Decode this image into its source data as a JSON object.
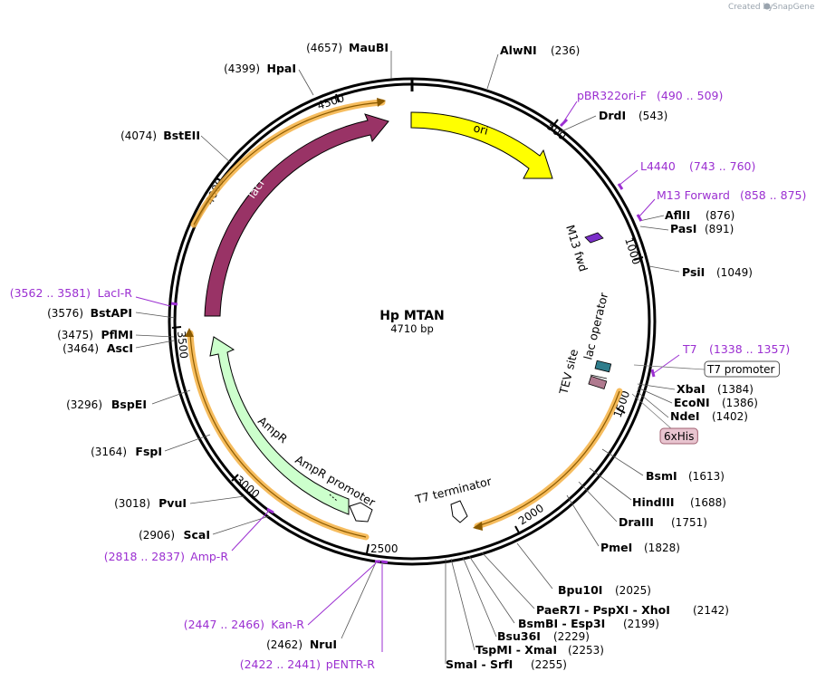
{
  "credit": {
    "prefix": "Created by",
    "brand": "SnapGene"
  },
  "plasmid": {
    "name": "Hp MTAN",
    "length_label": "4710 bp",
    "length": 4710
  },
  "ticks": [
    "500",
    "1000",
    "1500",
    "2000",
    "2500",
    "3000",
    "3500",
    "4000",
    "4500"
  ],
  "sites": [
    {
      "id": "alwni",
      "name": "AlwNI",
      "pos": "(236)"
    },
    {
      "id": "drdi",
      "name": "DrdI",
      "pos": "(543)"
    },
    {
      "id": "aflii",
      "name": "AflII",
      "pos": "(876)"
    },
    {
      "id": "pasi",
      "name": "PasI",
      "pos": "(891)"
    },
    {
      "id": "psii",
      "name": "PsiI",
      "pos": "(1049)"
    },
    {
      "id": "xbai",
      "name": "XbaI",
      "pos": "(1384)"
    },
    {
      "id": "econi",
      "name": "EcoNI",
      "pos": "(1386)"
    },
    {
      "id": "ndei",
      "name": "NdeI",
      "pos": "(1402)"
    },
    {
      "id": "bsmi",
      "name": "BsmI",
      "pos": "(1613)"
    },
    {
      "id": "hindiii",
      "name": "HindIII",
      "pos": "(1688)"
    },
    {
      "id": "draiii",
      "name": "DraIII",
      "pos": "(1751)"
    },
    {
      "id": "pmei",
      "name": "PmeI",
      "pos": "(1828)"
    },
    {
      "id": "bpu10i",
      "name": "Bpu10I",
      "pos": "(2025)"
    },
    {
      "id": "paer7i",
      "name": "PaeR7I  - PspXI  - XhoI",
      "pos": "(2142)"
    },
    {
      "id": "bsmbi",
      "name": "BsmBI  - Esp3I",
      "pos": "(2199)"
    },
    {
      "id": "bsu36i",
      "name": "Bsu36I",
      "pos": "(2229)"
    },
    {
      "id": "tspmi",
      "name": "TspMI  - XmaI",
      "pos": "(2253)"
    },
    {
      "id": "smai",
      "name": "SmaI  - SrfI",
      "pos": "(2255)"
    },
    {
      "id": "nrui",
      "name": "NruI",
      "pos": "(2462)"
    },
    {
      "id": "scai",
      "name": "ScaI",
      "pos": "(2906)"
    },
    {
      "id": "pvui",
      "name": "PvuI",
      "pos": "(3018)"
    },
    {
      "id": "fspi",
      "name": "FspI",
      "pos": "(3164)"
    },
    {
      "id": "bspei",
      "name": "BspEI",
      "pos": "(3296)"
    },
    {
      "id": "asci",
      "name": "AscI",
      "pos": "(3464)"
    },
    {
      "id": "pflmi",
      "name": "PflMI",
      "pos": "(3475)"
    },
    {
      "id": "bstapi",
      "name": "BstAPI",
      "pos": "(3576)"
    },
    {
      "id": "bsteii",
      "name": "BstEII",
      "pos": "(4074)"
    },
    {
      "id": "hpai",
      "name": "HpaI",
      "pos": "(4399)"
    },
    {
      "id": "maubi",
      "name": "MauBI",
      "pos": "(4657)"
    }
  ],
  "primers": [
    {
      "id": "pbr322ori",
      "name": "pBR322ori-F",
      "range": "(490 .. 509)"
    },
    {
      "id": "l4440",
      "name": "L4440",
      "range": "(743 .. 760)"
    },
    {
      "id": "m13forward",
      "name": "M13 Forward",
      "range": "(858 .. 875)"
    },
    {
      "id": "t7",
      "name": "T7",
      "range": "(1338 .. 1357)"
    },
    {
      "id": "laci-r",
      "name": "LacI-R",
      "range": "(3562 .. 3581)"
    },
    {
      "id": "amp-r",
      "name": "Amp-R",
      "range": "(2818 .. 2837)"
    },
    {
      "id": "kan-r",
      "name": "Kan-R",
      "range": "(2447 .. 2466)"
    },
    {
      "id": "pentr-r",
      "name": "pENTR-R",
      "range": "(2422 .. 2441)"
    }
  ],
  "features": {
    "ori": "ori",
    "laci": "lacI",
    "ampr": "AmpR",
    "ampr_promoter": "AmpR promoter",
    "m13_fwd": "M13 fwd",
    "lac_operator": "lac operator",
    "tev_site": "TEV site",
    "t7_promoter": "T7 promoter",
    "six_his": "6xHis",
    "t7_terminator": "T7 terminator"
  },
  "colors": {
    "primer": "#9b2fd1",
    "ori": "#ffff00",
    "laci": "#993366",
    "ampr": "#ccffcc",
    "orf_highlight": "#f5b041",
    "lac_operator": "#2e7d8c",
    "tev_site": "#b07a8f",
    "six_his": "#e8c4cf"
  }
}
